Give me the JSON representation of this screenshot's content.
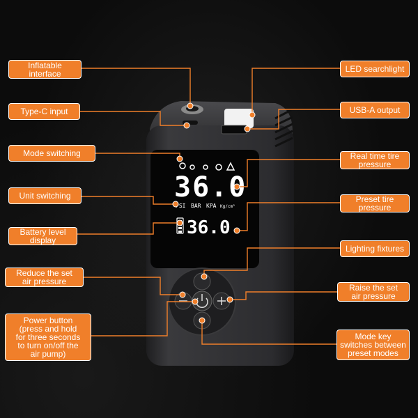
{
  "labels": {
    "inflatable_interface": "Inflatable\ninterface",
    "type_c_input": "Type-C input",
    "mode_switching": "Mode switching",
    "unit_switching": "Unit switching",
    "battery_level": "Battery level\ndisplay",
    "reduce_pressure": "Reduce the set\nair pressure",
    "power_button": "Power button\n(press and hold\nfor three seconds\nto turn on/off the\nair pump)",
    "led_searchlight": "LED searchlight",
    "usb_a_output": "USB-A output",
    "real_time_pressure": "Real time tire\npressure",
    "preset_pressure": "Preset tire\npressure",
    "lighting_fixtures": "Lighting fixtures",
    "raise_pressure": "Raise the set\nair pressure",
    "mode_key": "Mode key\nswitches between\npreset modes"
  },
  "display": {
    "main_reading": "36.0",
    "preset_reading": "36.0",
    "units": [
      "PSI",
      "BAR",
      "KPA",
      "Kg/cm²"
    ]
  },
  "colors": {
    "accent": "#f07f2a",
    "body": "#2a2a2c",
    "screen": "#050505"
  }
}
